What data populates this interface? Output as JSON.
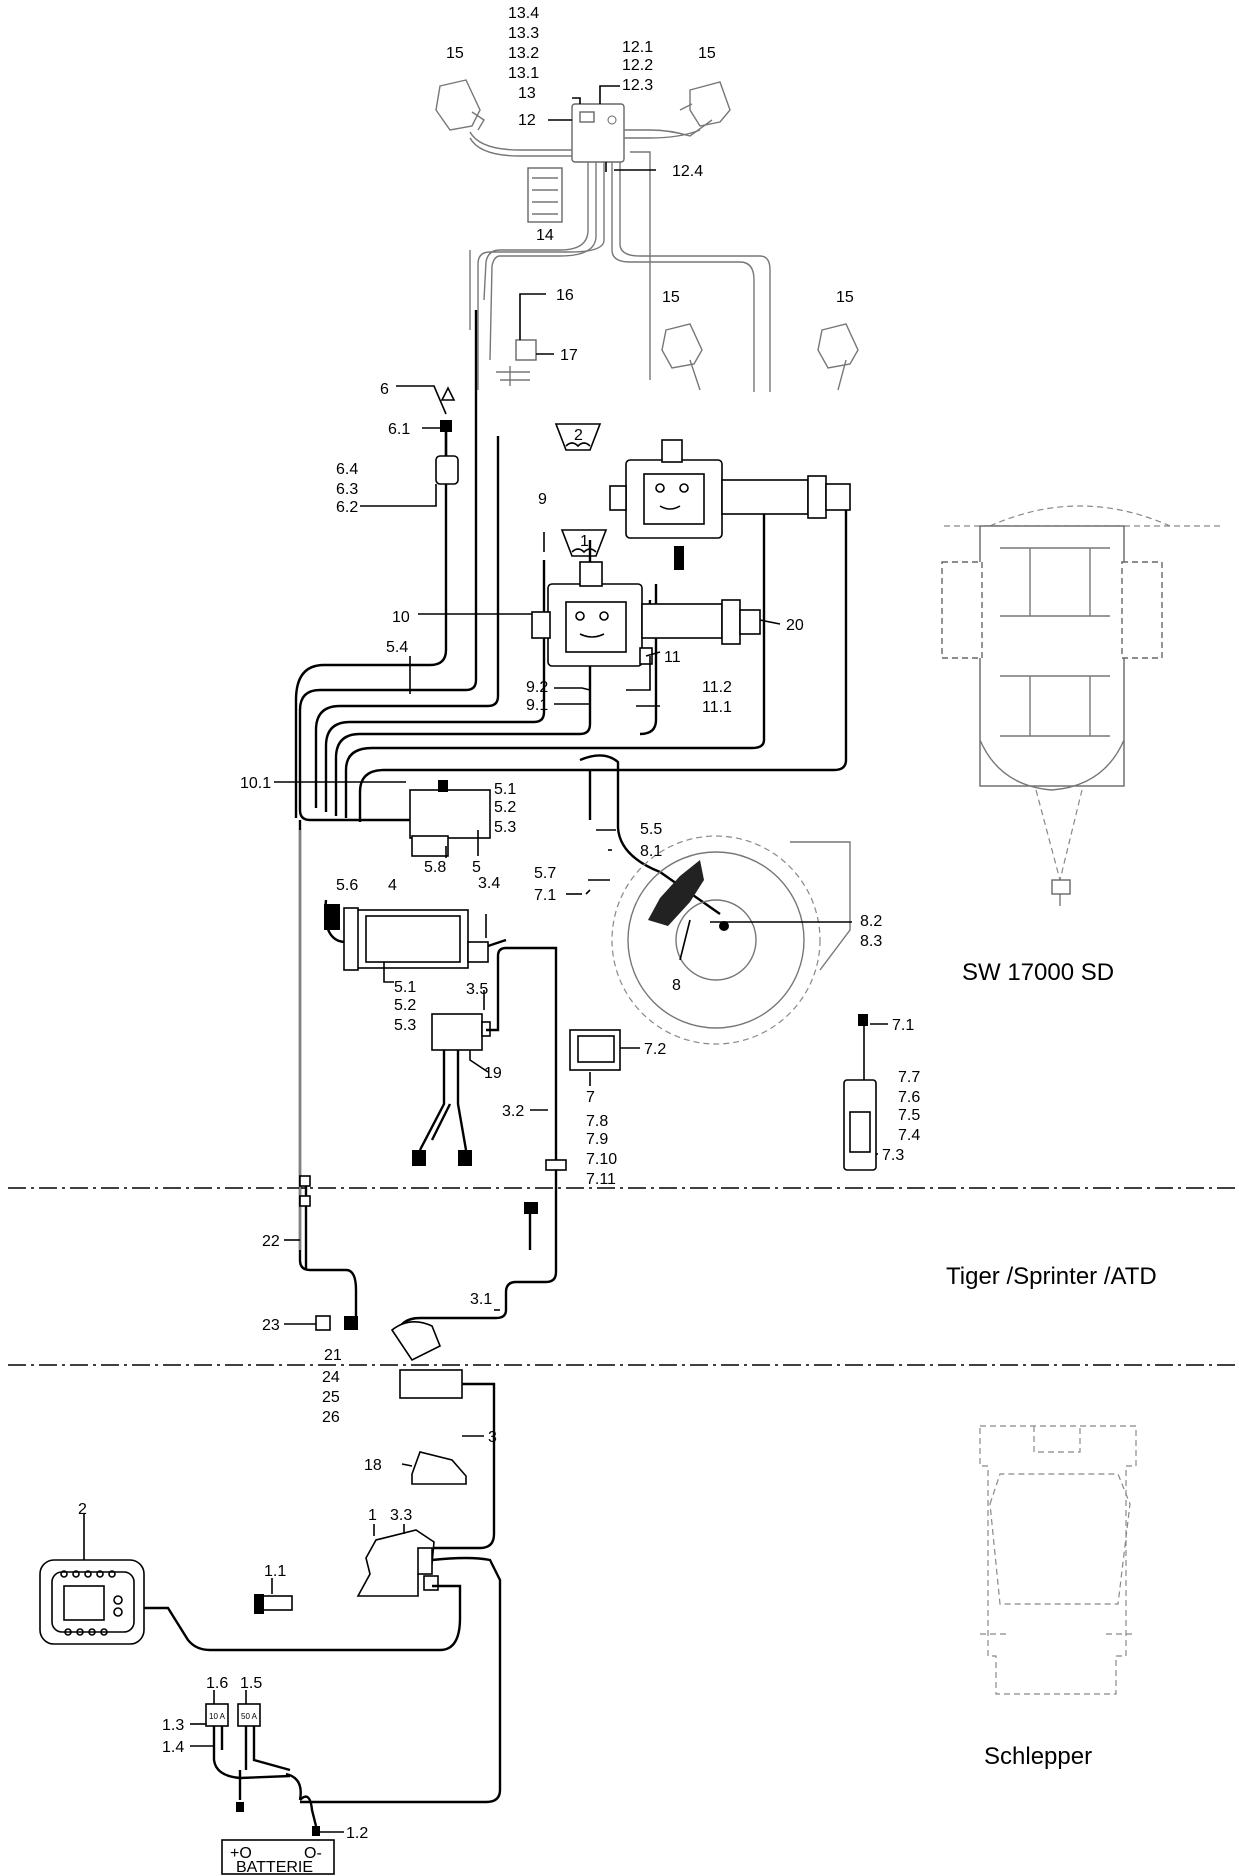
{
  "sections": [
    {
      "id": "sw",
      "title": "SW 17000 SD"
    },
    {
      "id": "tiger",
      "title": "Tiger /Sprinter /ATD"
    },
    {
      "id": "schlepper",
      "title": "Schlepper"
    }
  ],
  "battery_label": "BATTERIE",
  "battery_terminals": {
    "plus": "+O",
    "minus": "O-"
  },
  "fuse_labels": [
    "10 A",
    "50 A"
  ],
  "hopper_marks": [
    "1",
    "2"
  ],
  "labels": [
    {
      "id": "13_4",
      "text": "13.4"
    },
    {
      "id": "13_3",
      "text": "13.3"
    },
    {
      "id": "13_2",
      "text": "13.2"
    },
    {
      "id": "13_1",
      "text": "13.1"
    },
    {
      "id": "13",
      "text": "13"
    },
    {
      "id": "12",
      "text": "12"
    },
    {
      "id": "12_1",
      "text": "12.1"
    },
    {
      "id": "12_2",
      "text": "12.2"
    },
    {
      "id": "12_3",
      "text": "12.3"
    },
    {
      "id": "12_4",
      "text": "12.4"
    },
    {
      "id": "15a",
      "text": "15"
    },
    {
      "id": "15b",
      "text": "15"
    },
    {
      "id": "15c",
      "text": "15"
    },
    {
      "id": "15d",
      "text": "15"
    },
    {
      "id": "14",
      "text": "14"
    },
    {
      "id": "16",
      "text": "16"
    },
    {
      "id": "17",
      "text": "17"
    },
    {
      "id": "6",
      "text": "6"
    },
    {
      "id": "6_1",
      "text": "6.1"
    },
    {
      "id": "6_4",
      "text": "6.4"
    },
    {
      "id": "6_3",
      "text": "6.3"
    },
    {
      "id": "6_2",
      "text": "6.2"
    },
    {
      "id": "9",
      "text": "9"
    },
    {
      "id": "10",
      "text": "10"
    },
    {
      "id": "11",
      "text": "11"
    },
    {
      "id": "20",
      "text": "20"
    },
    {
      "id": "5_4",
      "text": "5.4"
    },
    {
      "id": "9_2",
      "text": "9.2"
    },
    {
      "id": "9_1",
      "text": "9.1"
    },
    {
      "id": "11_2",
      "text": "11.2"
    },
    {
      "id": "11_1",
      "text": "11.1"
    },
    {
      "id": "10_1",
      "text": "10.1"
    },
    {
      "id": "5_1a",
      "text": "5.1"
    },
    {
      "id": "5_2a",
      "text": "5.2"
    },
    {
      "id": "5_3a",
      "text": "5.3"
    },
    {
      "id": "5_8",
      "text": "5.8"
    },
    {
      "id": "5",
      "text": "5"
    },
    {
      "id": "5_5",
      "text": "5.5"
    },
    {
      "id": "8_1",
      "text": "8.1"
    },
    {
      "id": "5_6",
      "text": "5.6"
    },
    {
      "id": "4",
      "text": "4"
    },
    {
      "id": "3_4",
      "text": "3.4"
    },
    {
      "id": "5_7",
      "text": "5.7"
    },
    {
      "id": "7_1a",
      "text": "7.1"
    },
    {
      "id": "8_2",
      "text": "8.2"
    },
    {
      "id": "8_3",
      "text": "8.3"
    },
    {
      "id": "8",
      "text": "8"
    },
    {
      "id": "5_1b",
      "text": "5.1"
    },
    {
      "id": "5_2b",
      "text": "5.2"
    },
    {
      "id": "5_3b",
      "text": "5.3"
    },
    {
      "id": "3_5",
      "text": "3.5"
    },
    {
      "id": "7_2",
      "text": "7.2"
    },
    {
      "id": "7_1b",
      "text": "7.1"
    },
    {
      "id": "19",
      "text": "19"
    },
    {
      "id": "3_2",
      "text": "3.2"
    },
    {
      "id": "7",
      "text": "7"
    },
    {
      "id": "7_8",
      "text": "7.8"
    },
    {
      "id": "7_9",
      "text": "7.9"
    },
    {
      "id": "7_10",
      "text": "7.10"
    },
    {
      "id": "7_11",
      "text": "7.11"
    },
    {
      "id": "7_7",
      "text": "7.7"
    },
    {
      "id": "7_6",
      "text": "7.6"
    },
    {
      "id": "7_5",
      "text": "7.5"
    },
    {
      "id": "7_4",
      "text": "7.4"
    },
    {
      "id": "7_3",
      "text": "7.3"
    },
    {
      "id": "22",
      "text": "22"
    },
    {
      "id": "3_1",
      "text": "3.1"
    },
    {
      "id": "23",
      "text": "23"
    },
    {
      "id": "21",
      "text": "21"
    },
    {
      "id": "24",
      "text": "24"
    },
    {
      "id": "25",
      "text": "25"
    },
    {
      "id": "26",
      "text": "26"
    },
    {
      "id": "3",
      "text": "3"
    },
    {
      "id": "18",
      "text": "18"
    },
    {
      "id": "2",
      "text": "2"
    },
    {
      "id": "1",
      "text": "1"
    },
    {
      "id": "3_3",
      "text": "3.3"
    },
    {
      "id": "1_1",
      "text": "1.1"
    },
    {
      "id": "1_6",
      "text": "1.6"
    },
    {
      "id": "1_5",
      "text": "1.5"
    },
    {
      "id": "1_3",
      "text": "1.3"
    },
    {
      "id": "1_4",
      "text": "1.4"
    },
    {
      "id": "1_2",
      "text": "1.2"
    }
  ]
}
